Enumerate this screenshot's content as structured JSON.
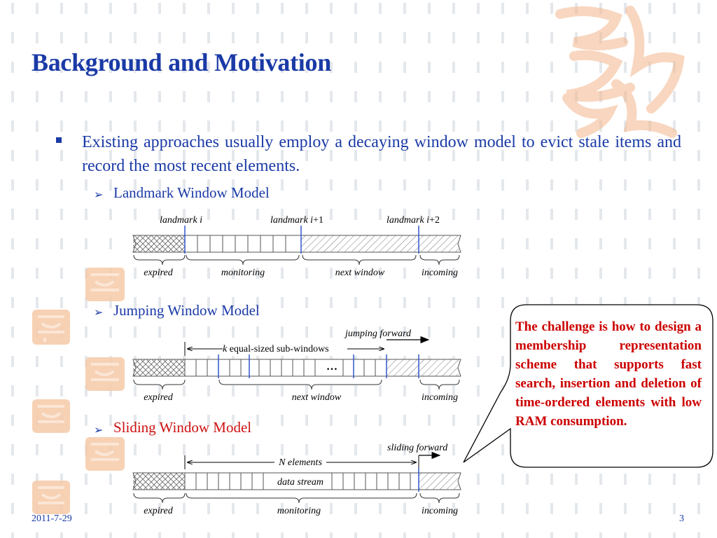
{
  "slide": {
    "title": "Background and Motivation",
    "bullet": "Existing approaches usually employ a decaying window model to evict stale items and record the most recent elements.",
    "sub_items": [
      {
        "label": "Landmark Window Model"
      },
      {
        "label": "Jumping Window Model"
      },
      {
        "label": "Sliding Window Model"
      }
    ],
    "callout": "The challenge is how to design a membership representation scheme that supports fast search, insertion and deletion of time-ordered elements with low RAM consumption.",
    "footer": {
      "date": "2011-7-29",
      "page": "3"
    }
  },
  "landmark_diagram": {
    "top_labels": [
      {
        "text": "landmark ",
        "italic_sub": "i",
        "suffix": ""
      },
      {
        "text": "landmark ",
        "italic_sub": "i",
        "suffix": "+1"
      },
      {
        "text": "landmark ",
        "italic_sub": "i",
        "suffix": "+2"
      }
    ],
    "landmark_1": "landmark i",
    "landmark_2_pre": "landmark i",
    "landmark_2_suf": "+1",
    "landmark_3_pre": "landmark i",
    "landmark_3_suf": "+2",
    "bottom_labels": [
      "expired",
      "monitoring",
      "next window",
      "incoming"
    ]
  },
  "jumping_diagram": {
    "top_label": "jumping forward",
    "span_label_k": "k",
    "span_label_rest": " equal-sized sub-windows",
    "ellipsis": "…",
    "bottom_labels": [
      "expired",
      "next window",
      "incoming"
    ]
  },
  "sliding_diagram": {
    "top_label": "sliding forward",
    "span_label": "N elements",
    "inner_label": "data stream",
    "bottom_labels": [
      "expired",
      "monitoring",
      "incoming"
    ]
  },
  "colors": {
    "title": "#1a3aa6",
    "emphasis": "#cc0000",
    "marker": "#3355cc"
  },
  "icons": [
    "square-bullet-icon",
    "arrow-bullet-icon",
    "seal-stamp-icon"
  ]
}
